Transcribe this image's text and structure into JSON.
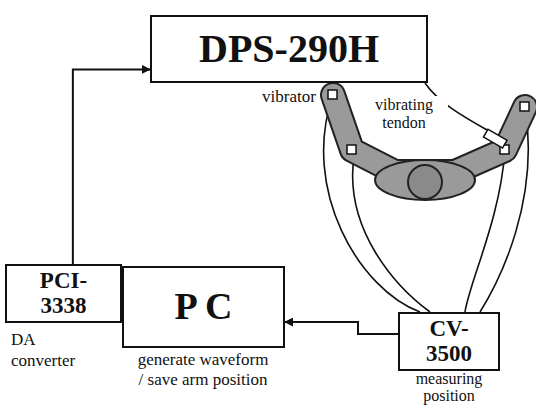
{
  "diagram": {
    "nodes": [
      {
        "text": [
          "DPS-290H",
          "vibrator"
        ]
      },
      {
        "text": [
          "PCI-3338",
          "DA converter"
        ]
      },
      {
        "text": [
          "P C",
          "generate waveform / save arm position"
        ]
      },
      {
        "text": [
          "CV-3500",
          "measuring position"
        ]
      }
    ],
    "edges": [
      {
        "from": 1,
        "to": 0,
        "arrow": "to"
      },
      {
        "from": 3,
        "to": 2,
        "arrow": "to"
      }
    ],
    "labels": [
      "vibrating tendon"
    ]
  }
}
